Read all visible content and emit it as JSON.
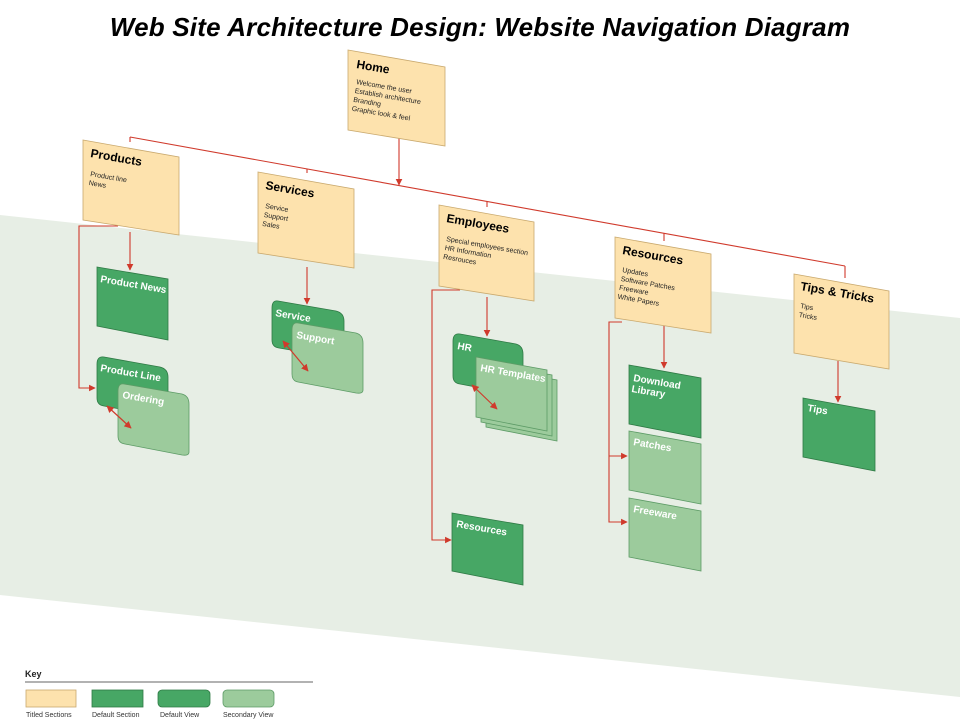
{
  "title": "Web Site Architecture Design: Website Navigation Diagram",
  "colors": {
    "titled_section": "#fde2ad",
    "default_section": "#47a765",
    "default_view": "#47a765",
    "secondary_view": "#9ccb9c",
    "connector": "#d03a2c",
    "band": "#e7eee5"
  },
  "sections": {
    "home": {
      "title": "Home",
      "lines": [
        "Welcome the user",
        "Establish architecture",
        "Branding",
        "Graphic look & feel"
      ]
    },
    "products": {
      "title": "Products",
      "lines": [
        "Product line",
        "News"
      ]
    },
    "services": {
      "title": "Services",
      "lines": [
        "Service",
        "Support",
        "Sales"
      ]
    },
    "employees": {
      "title": "Employees",
      "lines": [
        "Special employees section",
        "HR Information",
        "Resrouces"
      ]
    },
    "resources": {
      "title": "Resources",
      "lines": [
        "Updates",
        "Software Patches",
        "Freeware",
        "White Papers"
      ]
    },
    "tips_tricks": {
      "title": "Tips & Tricks",
      "lines": [
        "Tips",
        "Tricks"
      ]
    }
  },
  "views": {
    "product_news": "Product News",
    "product_line": "Product Line",
    "ordering": "Ordering",
    "service": "Service",
    "support": "Support",
    "hr": "HR",
    "hr_templates": "HR Templates",
    "resources_page": "Resources",
    "download_library": [
      "Download",
      "Library"
    ],
    "patches": "Patches",
    "freeware": "Freeware",
    "tips": "Tips"
  },
  "key": {
    "title": "Key",
    "items": [
      "Titled Sections",
      "Default Section",
      "Default View",
      "Secondary View"
    ]
  }
}
